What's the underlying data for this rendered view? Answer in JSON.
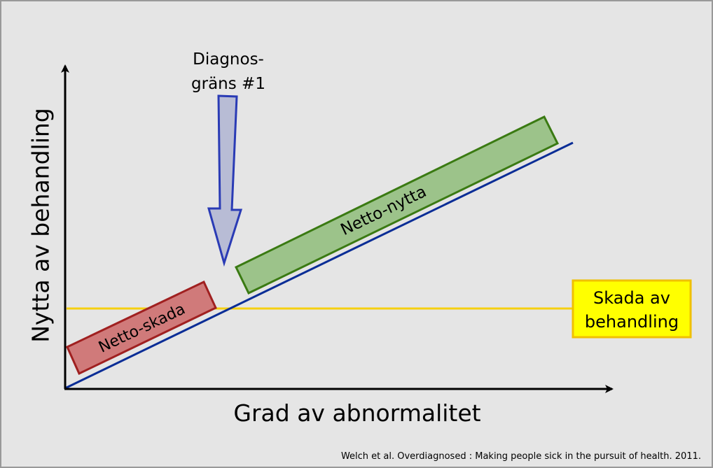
{
  "axes": {
    "y_label": "Nytta av behandling",
    "x_label": "Grad av abnormalitet"
  },
  "labels": {
    "net_harm": "Netto-skada",
    "net_benefit": "Netto-nytta",
    "harm_line_line1": "Skada av",
    "harm_line_line2": "behandling",
    "threshold_line1": "Diagnos-",
    "threshold_line2": "gräns #1"
  },
  "citation": "Welch et al. Overdiagnosed : Making people sick in the pursuit of health. 2011.",
  "colors": {
    "background": "#e5e5e5",
    "frame": "#999999",
    "benefit_line": "#0a2d96",
    "harm_line": "#f5d010",
    "net_harm_fill": "#d07a7a",
    "net_harm_stroke": "#a02020",
    "net_benefit_fill": "#9cc38a",
    "net_benefit_stroke": "#3a7a12",
    "arrow_fill": "#b8bcd5",
    "arrow_stroke": "#2a3bb5",
    "harm_box_fill": "#ffff00",
    "harm_box_stroke": "#f0c000"
  }
}
